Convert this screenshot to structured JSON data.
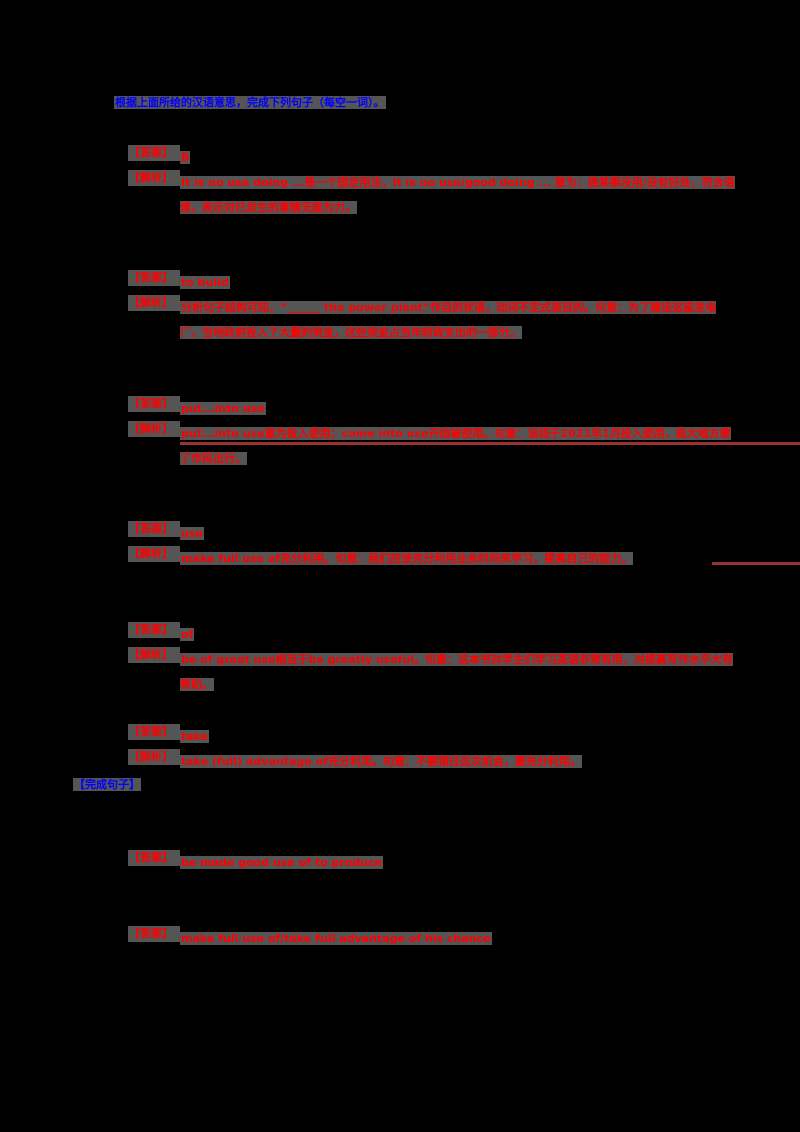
{
  "page": {
    "heading": "根据上面所给的汉语意思，完成下列句子（每空一词）。",
    "items": [
      {
        "answer_tag": "【答案】",
        "answer": "B",
        "analysis_tag": "【解析】",
        "analysis": "It is no use doing ...是一个固定用法，It is no use/good doing ... 意为：做某事没用/没有好处，符合语境，表示对已发生的事情无能为力。"
      },
      {
        "answer_tag": "【答案】",
        "answer": "to build",
        "analysis_tag": "【解析】",
        "analysis": "分析句子结构可知，“______ the power plant”作目的状语，动词不定式表目的。句意：为了建设这座发电厂，当地政府投入了大量的资金，这些资金占当年财政支出的一部分。"
      },
      {
        "answer_tag": "【答案】",
        "answer": "put...into use",
        "analysis_tag": "【解析】",
        "analysis": "put...into use意为投入使用；come into use开始被使用。句意：该线于2021年1月投入使用，极大地方便了市民出行。"
      },
      {
        "answer_tag": "【答案】",
        "answer": "use",
        "analysis_tag": "【解析】",
        "analysis": "make full use of充分利用。句意：我们应该充分利用业余时间来学习，提高自己的能力。"
      },
      {
        "answer_tag": "【答案】",
        "answer": "of",
        "analysis_tag": "【解析】",
        "analysis": "be of great use相当于be greatly useful。句意：这本书对学生们学习英语非常有用，对提高写作水平大有帮助。"
      },
      {
        "answer_tag": "【答案】",
        "answer": "take",
        "analysis_tag": "【解析】",
        "analysis": "take (full) advantage of充分利用。句意：不要错过这次机会，要充分利用。"
      }
    ],
    "section_label": "【完成句子】",
    "extra_items": [
      {
        "answer_tag": "【答案】",
        "answer": "be made good use of to produce"
      },
      {
        "answer_tag": "【答案】",
        "answer": "make full use of/take full advantage of his chance"
      }
    ],
    "colors": {
      "heading": "#0000ff",
      "body_text": "#ff0000",
      "highlight": "#555555",
      "rule": "#993333",
      "background": "#000000"
    }
  }
}
